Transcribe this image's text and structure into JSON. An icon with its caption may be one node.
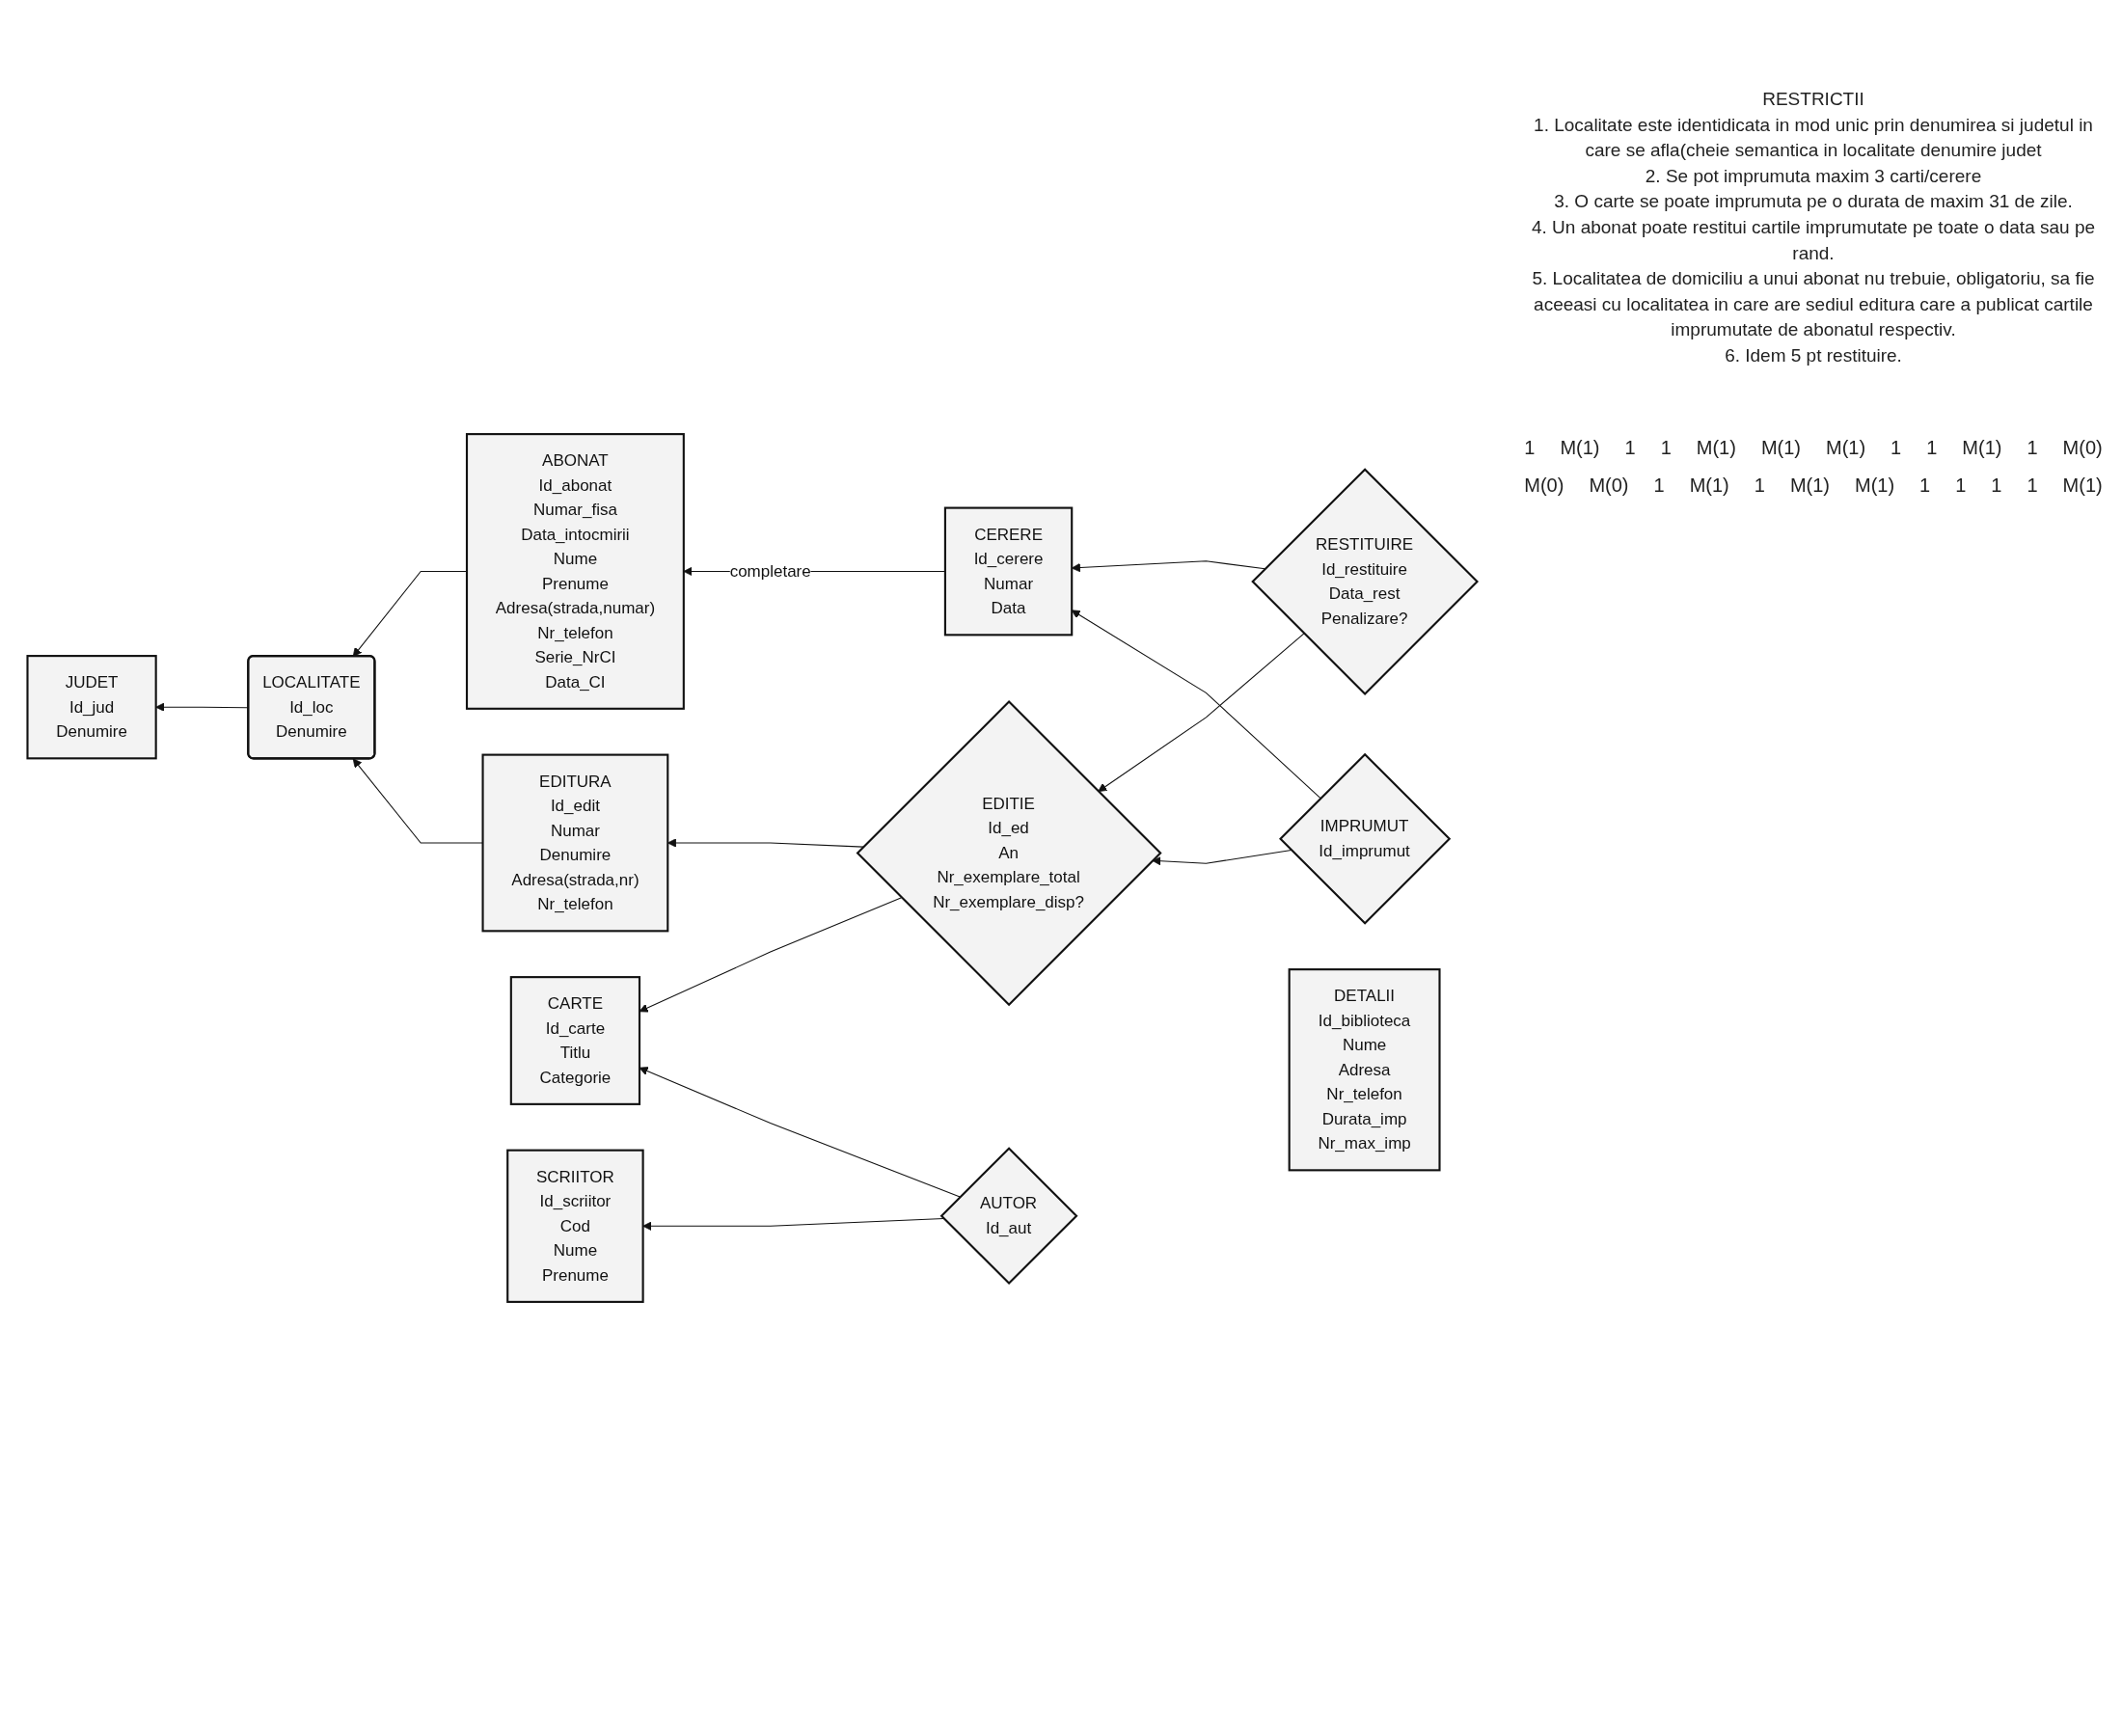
{
  "diagram": {
    "nodes": [
      {
        "text": [
          "ABONAT",
          "Id_abonat",
          "Numar_fisa",
          "Data_intocmirii",
          "Nume",
          "Prenume",
          "Adresa(strada,numar)",
          "Nr_telefon",
          "Serie_NrCI",
          "Data_CI"
        ]
      },
      {
        "text": [
          "CERERE",
          "Id_cerere",
          "Numar",
          "Data"
        ]
      },
      {
        "text": [
          "JUDET",
          "Id_jud",
          "Denumire"
        ]
      },
      {
        "text": [
          "LOCALITATE",
          "Id_loc",
          "Denumire"
        ]
      },
      {
        "text": [
          "RESTITUIRE",
          "Id_restituire",
          "Data_rest",
          "Penalizare?"
        ]
      },
      {
        "text": [
          "IMPRUMUT",
          "Id_imprumut"
        ]
      },
      {
        "text": [
          "DETALII",
          "Id_biblioteca",
          "Nume",
          "Adresa",
          "Nr_telefon",
          "Durata_imp",
          "Nr_max_imp"
        ]
      },
      {
        "text": [
          "EDITURA",
          "Id_edit",
          "Numar",
          "Denumire",
          "Adresa(strada,nr)",
          "Nr_telefon"
        ]
      },
      {
        "text": [
          "EDITIE",
          "Id_ed",
          "An",
          "Nr_exemplare_total",
          "Nr_exemplare_disp?"
        ]
      },
      {
        "text": [
          "CARTE",
          "Id_carte",
          "Titlu",
          "Categorie"
        ]
      },
      {
        "text": [
          "AUTOR",
          "Id_aut"
        ]
      },
      {
        "text": [
          "SCRIITOR",
          "Id_scriitor",
          "Cod",
          "Nume",
          "Prenume"
        ]
      }
    ],
    "edges": [
      {
        "from": 1,
        "to": 0,
        "arrow": "to",
        "label": "completare"
      },
      {
        "from": 0,
        "to": 3,
        "arrow": "to"
      },
      {
        "from": 3,
        "to": 2,
        "arrow": "to"
      },
      {
        "from": 4,
        "to": 1,
        "arrow": "to"
      },
      {
        "from": 5,
        "to": 1,
        "arrow": "to"
      },
      {
        "from": 4,
        "to": 8,
        "arrow": "to"
      },
      {
        "from": 5,
        "to": 8,
        "arrow": "to"
      },
      {
        "from": 7,
        "to": 3,
        "arrow": "to"
      },
      {
        "from": 8,
        "to": 7,
        "arrow": "to"
      },
      {
        "from": 8,
        "to": 9,
        "arrow": "to"
      },
      {
        "from": 10,
        "to": 9,
        "arrow": "to"
      },
      {
        "from": 10,
        "to": 11,
        "arrow": "to"
      }
    ],
    "labels": [
      "RESTRICTII",
      "1. Localitate este identidicata in mod unic prin denumirea si judetul in care se afla(cheie semantica in localitate denumire judet",
      "2. Se pot imprumuta maxim 3 carti/cerere",
      "3. O carte se poate imprumuta pe o durata de maxim 31 de zile.",
      "4. Un abonat poate restitui cartile imprumutate pe toate o data sau pe rand.",
      "5. Localitatea de domiciliu a unui abonat nu trebuie, obligatoriu, sa fie aceeasi cu localitatea in care are sediul editura care a publicat cartile imprumutate de abonatul respectiv.",
      "6. Idem 5 pt restituire.",
      "1",
      "M(1)",
      "1",
      "1",
      "M(1)",
      "M(1)",
      "M(1)",
      "1",
      "1",
      "M(1)",
      "1",
      "M(0)",
      "M(0)",
      "M(0)",
      "1",
      "M(1)",
      "1",
      "M(1)",
      "M(1)",
      "1",
      "1",
      "1",
      "1",
      "M(1)"
    ]
  }
}
